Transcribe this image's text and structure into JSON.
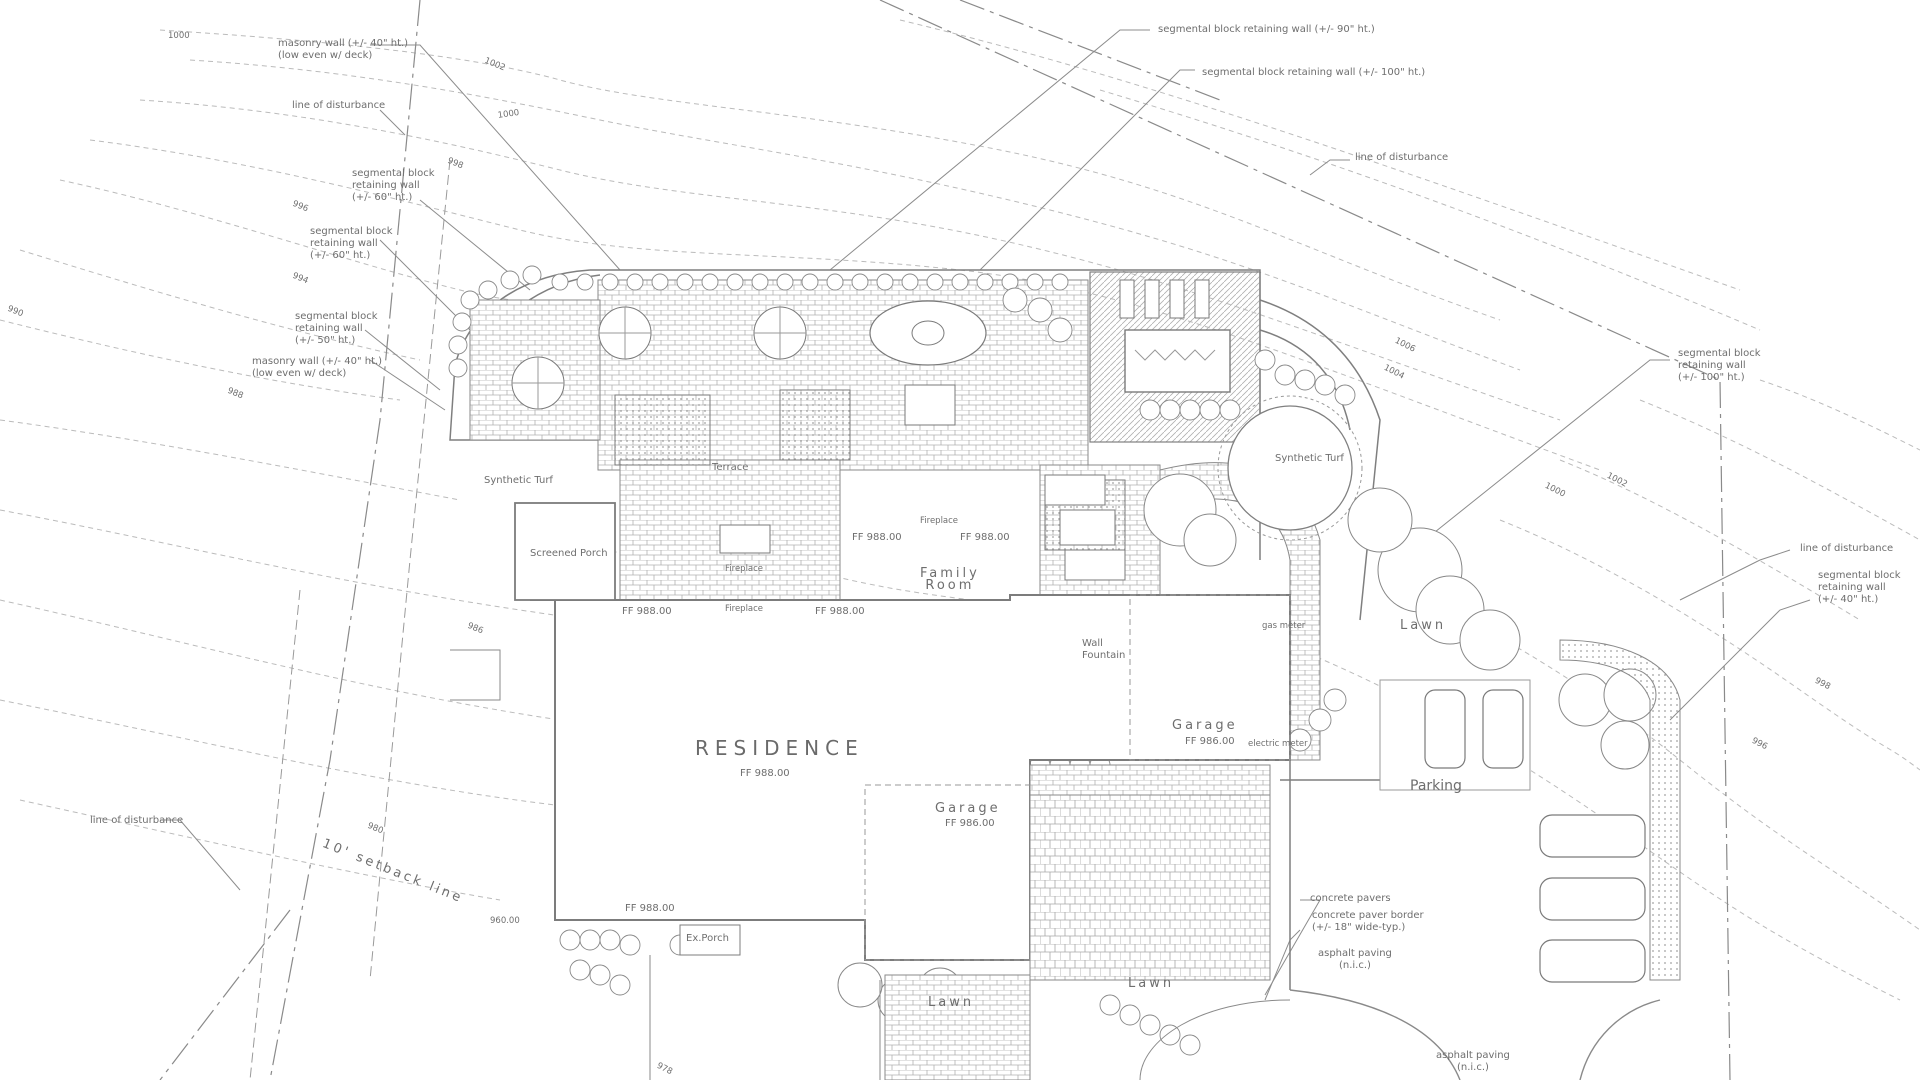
{
  "drawing": {
    "structures": {
      "residence": "RESIDENCE",
      "residence_ff": "FF 988.00",
      "family_room": "Family\nRoom",
      "screened_porch": "Screened Porch",
      "garage_1": "Garage",
      "garage_1_ff": "FF 986.00",
      "garage_2": "Garage",
      "garage_2_ff": "FF 986.00",
      "ex_porch": "Ex.Porch",
      "wall_fountain": "Wall\nFountain",
      "fireplace_top": "Fireplace",
      "fireplace_mid": "Fireplace",
      "fireplace_low": "Fireplace",
      "ff_1": "FF 988.00",
      "ff_2": "FF 988.00",
      "ff_3": "FF 988.00",
      "ff_4": "FF 988.00",
      "ff_5": "FF 988.00",
      "gas_meter": "gas meter",
      "electric_meter": "electric meter"
    },
    "areas": {
      "synthetic_turf_west": "Synthetic Turf",
      "synthetic_turf_east": "Synthetic Turf",
      "lawn_east": "Lawn",
      "lawn_south": "Lawn",
      "lawn_southeast": "Lawn",
      "parking": "Parking",
      "terrace": "Terrace"
    },
    "annotations": {
      "masonry_wall_top": "masonry wall (+/- 40\" ht.)\n(low even w/ deck)",
      "line_disturbance_nw": "line of disturbance",
      "seg_block_60_a": "segmental block\nretaining wall\n(+/- 60\" ht.)",
      "seg_block_60_b": "segmental block\nretaining wall\n(+/- 60\" ht.)",
      "seg_block_50": "segmental block\nretaining wall\n(+/- 50\" ht.)",
      "masonry_wall_low": "masonry wall (+/- 40\" ht.)\n(low even w/ deck)",
      "seg_block_90": "segmental block retaining wall (+/- 90\" ht.)",
      "seg_block_100_top": "segmental block retaining wall (+/- 100\" ht.)",
      "line_disturbance_ne": "line of disturbance",
      "seg_block_100_right": "segmental block\nretaining wall\n(+/- 100\" ht.)",
      "line_disturbance_e": "line of disturbance",
      "seg_block_40_right": "segmental block\nretaining wall\n(+/- 40\" ht.)",
      "line_disturbance_sw": "line of disturbance",
      "setback": "10' setback line",
      "concrete_pavers": "concrete pavers",
      "paver_border": "concrete paver border\n(+/- 18\" wide-typ.)",
      "asphalt_1": "asphalt paving\n(n.i.c.)",
      "asphalt_2": "asphalt paving\n(n.i.c.)"
    },
    "contours": {
      "c1000a": "1000",
      "c1002a": "1002",
      "c1000b": "1000",
      "c998a": "998",
      "c996a": "996",
      "c994": "994",
      "c990": "990",
      "c988": "988",
      "c1006": "1006",
      "c1004": "1004",
      "c1002b": "1002",
      "c1000c": "1000",
      "c998b": "998",
      "c996b": "996",
      "c986": "986",
      "c980": "980",
      "c978": "978",
      "c960": "960.00"
    },
    "colors": {
      "line": "#8c8c8c",
      "contour": "#b0b0b0",
      "text": "#6e6e6e"
    }
  }
}
